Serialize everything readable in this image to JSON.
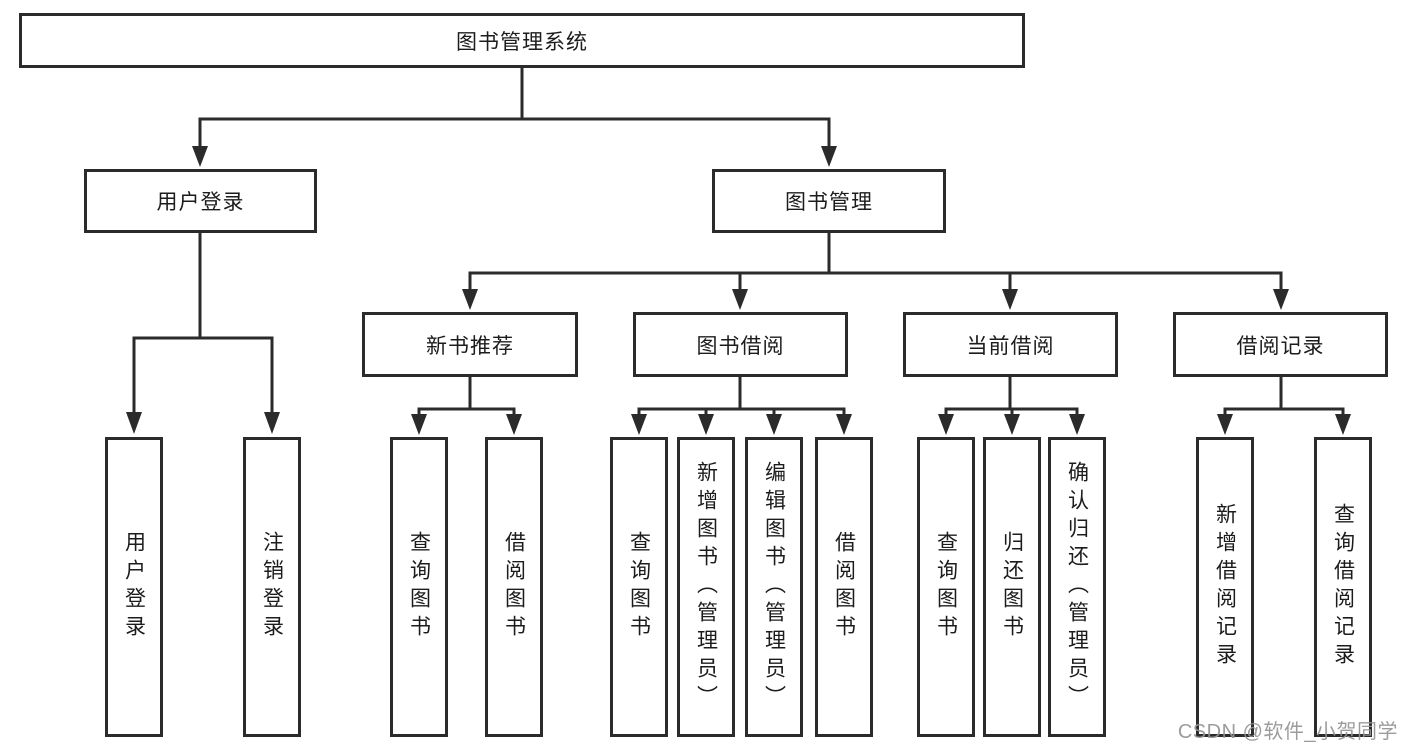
{
  "diagram": {
    "root": {
      "label": "图书管理系统"
    },
    "branches": [
      {
        "label": "用户登录",
        "children": [
          {
            "label": "用户登录"
          },
          {
            "label": "注销登录"
          }
        ]
      },
      {
        "label": "图书管理",
        "children": [
          {
            "label": "新书推荐",
            "children": [
              {
                "label": "查询图书"
              },
              {
                "label": "借阅图书"
              }
            ]
          },
          {
            "label": "图书借阅",
            "children": [
              {
                "label": "查询图书"
              },
              {
                "label": "新增图书（管理员）"
              },
              {
                "label": "编辑图书（管理员）"
              },
              {
                "label": "借阅图书"
              }
            ]
          },
          {
            "label": "当前借阅",
            "children": [
              {
                "label": "查询图书"
              },
              {
                "label": "归还图书"
              },
              {
                "label": "确认归还（管理员）"
              }
            ]
          },
          {
            "label": "借阅记录",
            "children": [
              {
                "label": "新增借阅记录"
              },
              {
                "label": "查询借阅记录"
              }
            ]
          }
        ]
      }
    ]
  },
  "watermark": {
    "text": "CSDN @软件_小贺同学"
  },
  "colors": {
    "line": "#2b2b2b",
    "box_background": "#ffffff",
    "text": "#1c1c1c",
    "watermark": "#949494",
    "page_background": "#ffffff"
  }
}
